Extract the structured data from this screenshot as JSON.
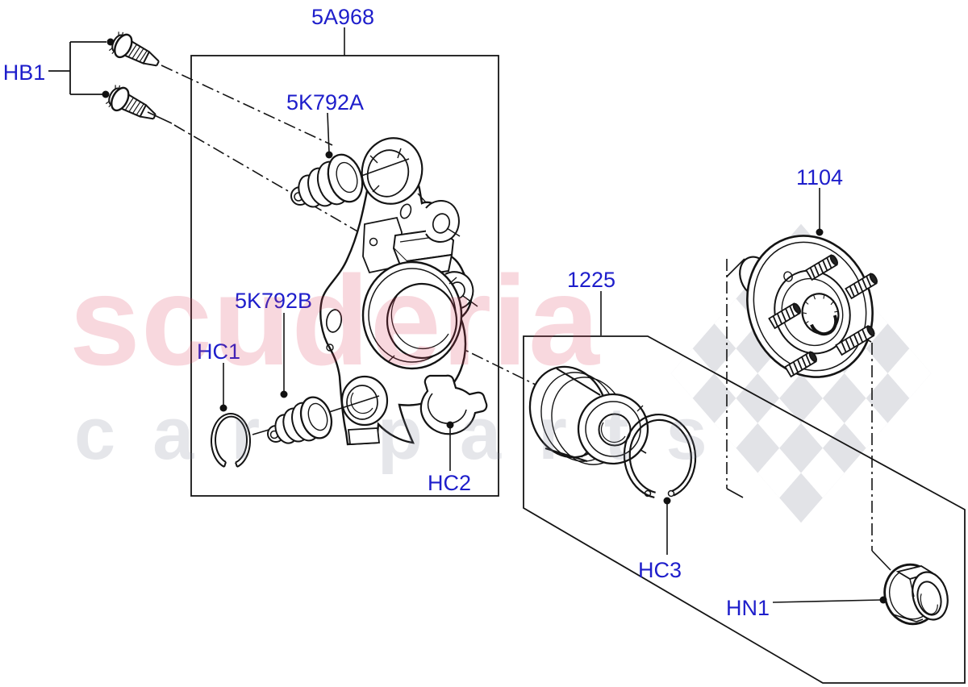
{
  "diagram": {
    "labels": {
      "hb1": "HB1",
      "main_box": "5A968",
      "bushing_a": "5K792A",
      "bushing_b": "5K792B",
      "hc1": "HC1",
      "hc2": "HC2",
      "kit_box": "1225",
      "hc3": "HC3",
      "hub": "1104",
      "hn1": "HN1"
    },
    "watermark": {
      "brand": "scuderia",
      "tagline": "car parts"
    },
    "colors": {
      "label_blue": "#1e1ecb",
      "line_black": "#141414",
      "watermark_pink": "rgba(222,60,88,0.20)",
      "watermark_gray": "rgba(125,132,148,0.20)",
      "flag_gray": "#e2e3e7"
    }
  }
}
